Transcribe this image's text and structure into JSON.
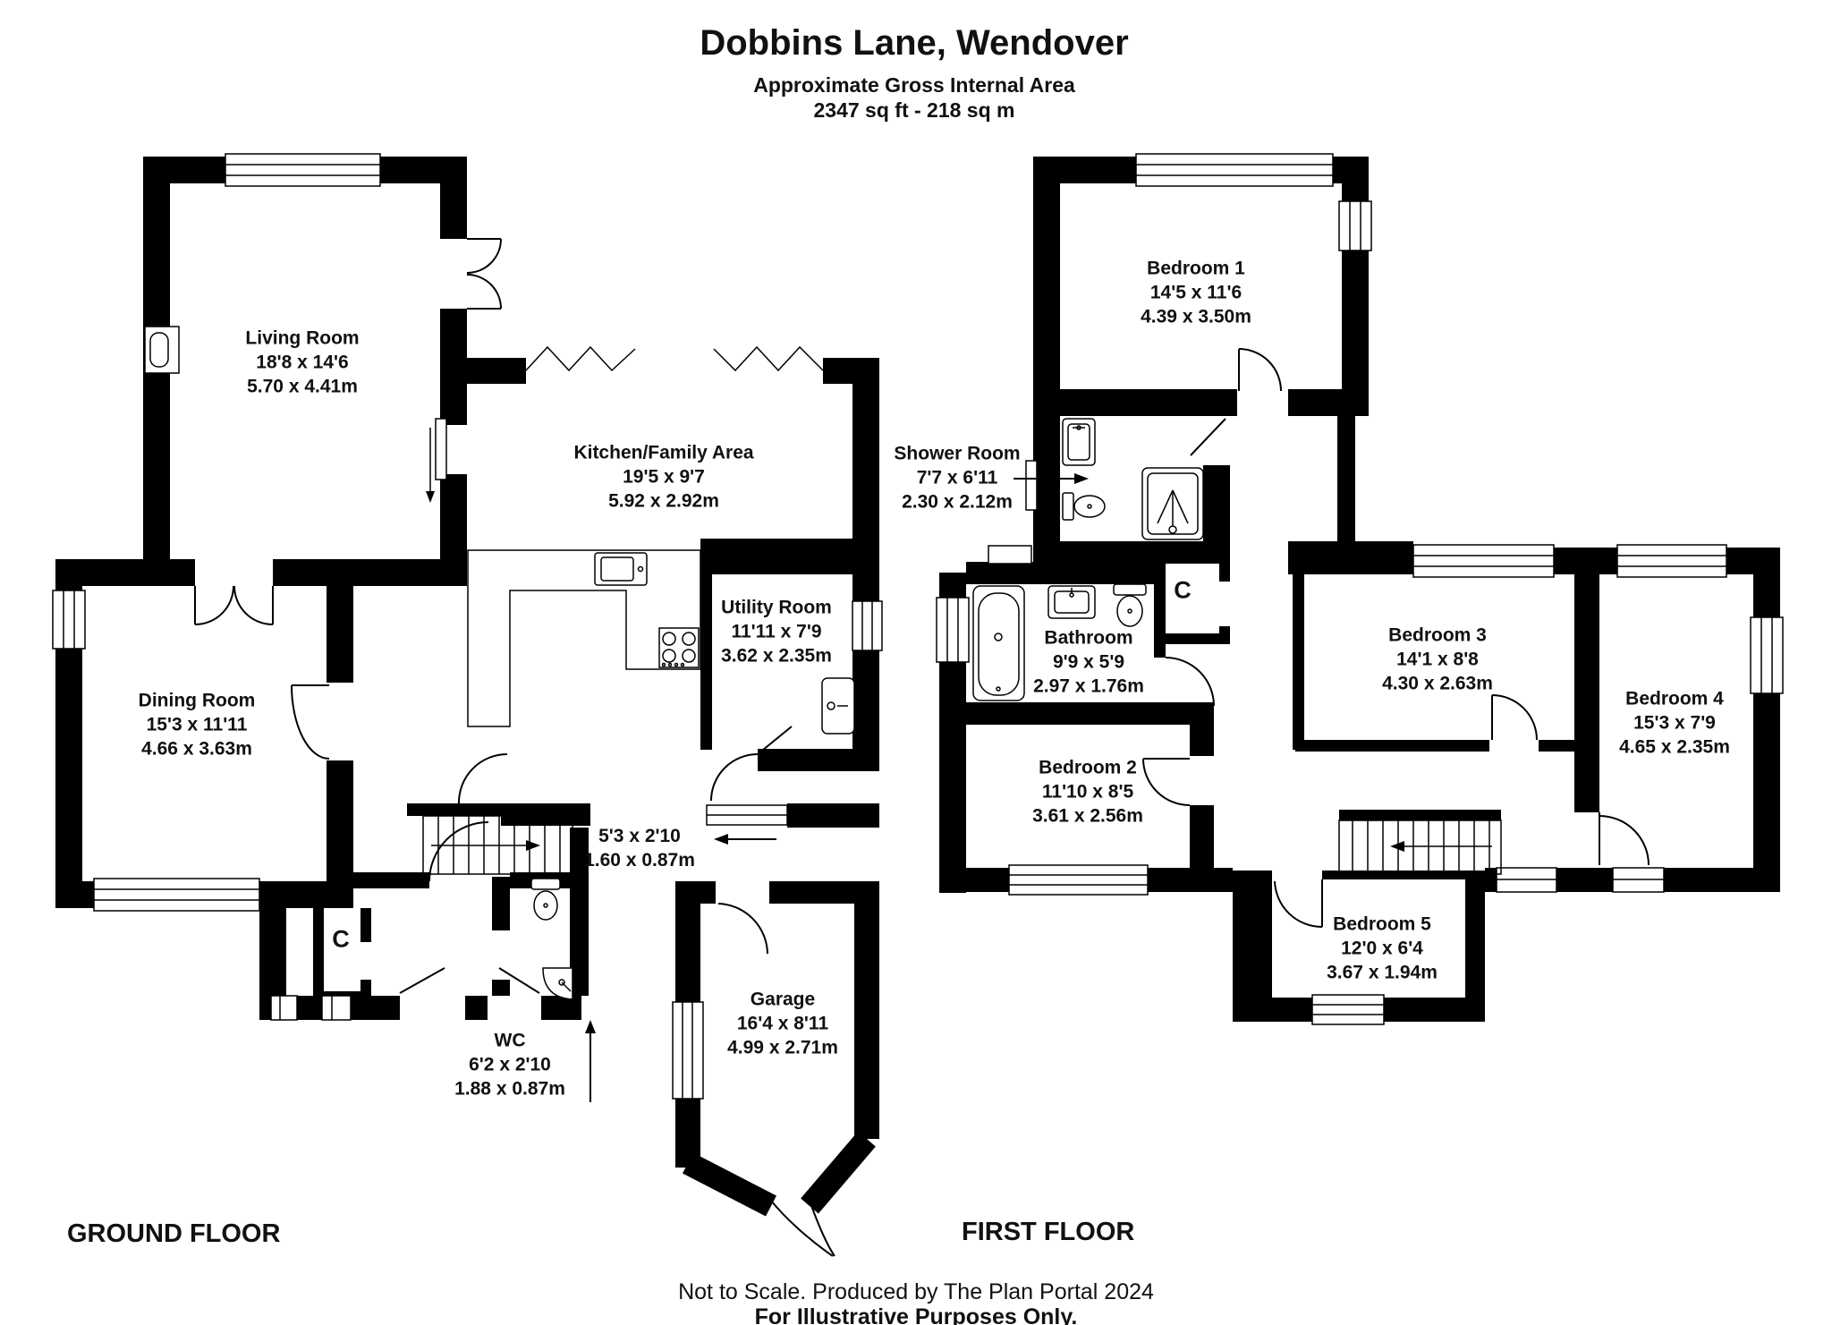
{
  "title": {
    "line1": "Dobbins Lane, Wendover",
    "line2": "Approximate Gross Internal Area",
    "line3": "2347 sq ft - 218 sq m"
  },
  "floors": {
    "ground_label": "GROUND FLOOR",
    "first_label": "FIRST FLOOR"
  },
  "rooms": {
    "living": {
      "name": "Living Room",
      "imperial": "18'8 x 14'6",
      "metric": "5.70 x 4.41m"
    },
    "kitchen": {
      "name": "Kitchen/Family Area",
      "imperial": "19'5 x 9'7",
      "metric": "5.92 x 2.92m"
    },
    "dining": {
      "name": "Dining Room",
      "imperial": "15'3 x 11'11",
      "metric": "4.66 x 3.63m"
    },
    "utility": {
      "name": "Utility Room",
      "imperial": "11'11 x 7'9",
      "metric": "3.62 x 2.35m"
    },
    "hall": {
      "imperial": "5'3 x 2'10",
      "metric": "1.60 x 0.87m"
    },
    "wc": {
      "name": "WC",
      "imperial": "6'2 x 2'10",
      "metric": "1.88 x 0.87m"
    },
    "garage": {
      "name": "Garage",
      "imperial": "16'4 x 8'11",
      "metric": "4.99 x 2.71m"
    },
    "bedroom1": {
      "name": "Bedroom 1",
      "imperial": "14'5 x 11'6",
      "metric": "4.39 x 3.50m"
    },
    "shower": {
      "name": "Shower Room",
      "imperial": "7'7 x 6'11",
      "metric": "2.30 x 2.12m"
    },
    "bathroom": {
      "name": "Bathroom",
      "imperial": "9'9 x 5'9",
      "metric": "2.97 x 1.76m"
    },
    "bedroom2": {
      "name": "Bedroom 2",
      "imperial": "11'10 x 8'5",
      "metric": "3.61 x 2.56m"
    },
    "bedroom3": {
      "name": "Bedroom 3",
      "imperial": "14'1 x 8'8",
      "metric": "4.30 x 2.63m"
    },
    "bedroom4": {
      "name": "Bedroom 4",
      "imperial": "15'3 x 7'9",
      "metric": "4.65 x 2.35m"
    },
    "bedroom5": {
      "name": "Bedroom 5",
      "imperial": "12'0 x 6'4",
      "metric": "3.67 x 1.94m"
    }
  },
  "closet_label": "C",
  "colors": {
    "wall": "#000000",
    "background": "#ffffff"
  },
  "footer": {
    "line1": "Not to Scale. Produced by The Plan Portal 2024",
    "line2": "For Illustrative Purposes Only."
  }
}
